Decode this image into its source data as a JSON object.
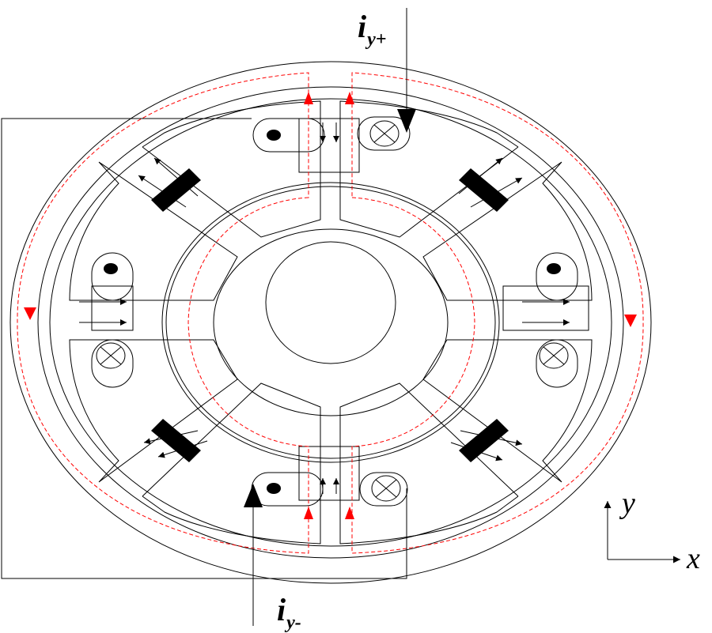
{
  "labels": {
    "current_top": {
      "main": "i",
      "sub": "y+"
    },
    "current_bottom": {
      "main": "i",
      "sub": "y-"
    }
  },
  "axes": {
    "x": "x",
    "y": "y"
  },
  "colors": {
    "line": "#000000",
    "flux": "#ff0000",
    "background": "#ffffff"
  }
}
